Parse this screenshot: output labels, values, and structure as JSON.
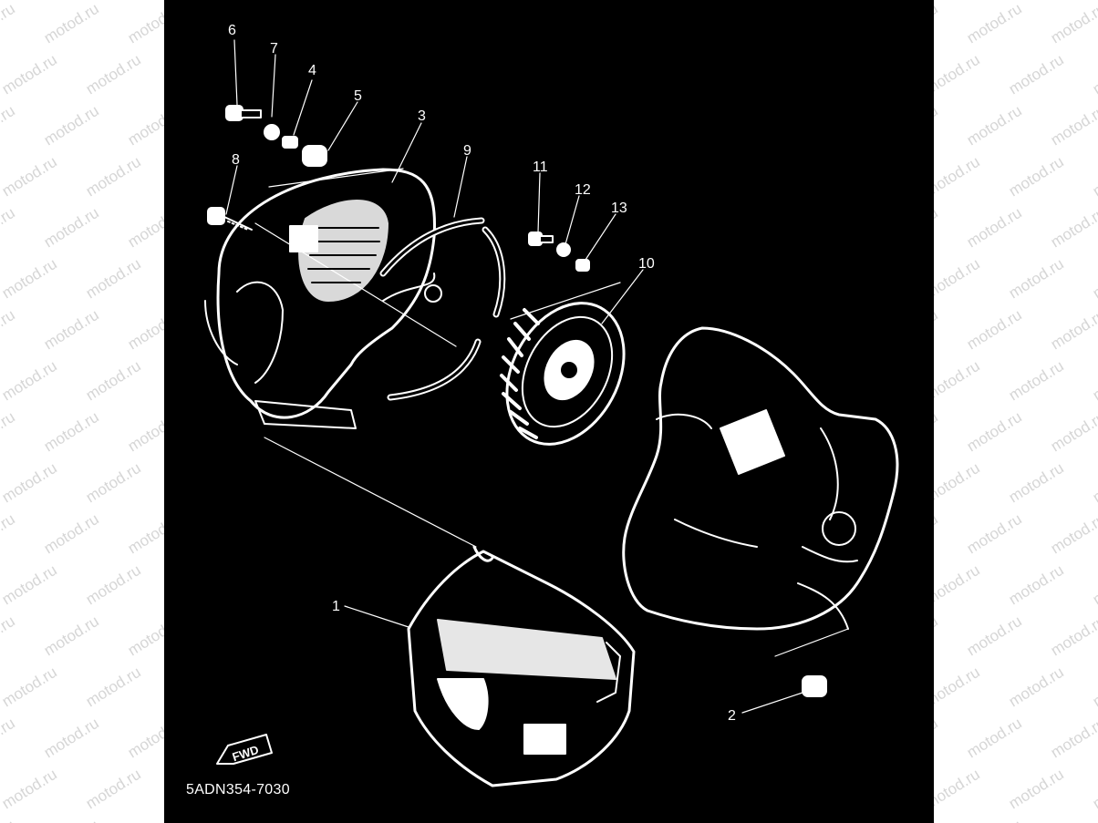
{
  "watermark": {
    "text": "motod.ru"
  },
  "diagram": {
    "callouts": [
      {
        "id": "6",
        "label": "6"
      },
      {
        "id": "7",
        "label": "7"
      },
      {
        "id": "4",
        "label": "4"
      },
      {
        "id": "5",
        "label": "5"
      },
      {
        "id": "3",
        "label": "3"
      },
      {
        "id": "8",
        "label": "8"
      },
      {
        "id": "9",
        "label": "9"
      },
      {
        "id": "11",
        "label": "11"
      },
      {
        "id": "12",
        "label": "12"
      },
      {
        "id": "13",
        "label": "13"
      },
      {
        "id": "10",
        "label": "10"
      },
      {
        "id": "1",
        "label": "1"
      },
      {
        "id": "2",
        "label": "2"
      }
    ],
    "fwd_label": "FWD",
    "drawing_code": "5ADN354-7030"
  },
  "colors": {
    "background": "#000000",
    "linework": "#ffffff",
    "page": "#ffffff",
    "watermark": "#d6d6d6"
  }
}
